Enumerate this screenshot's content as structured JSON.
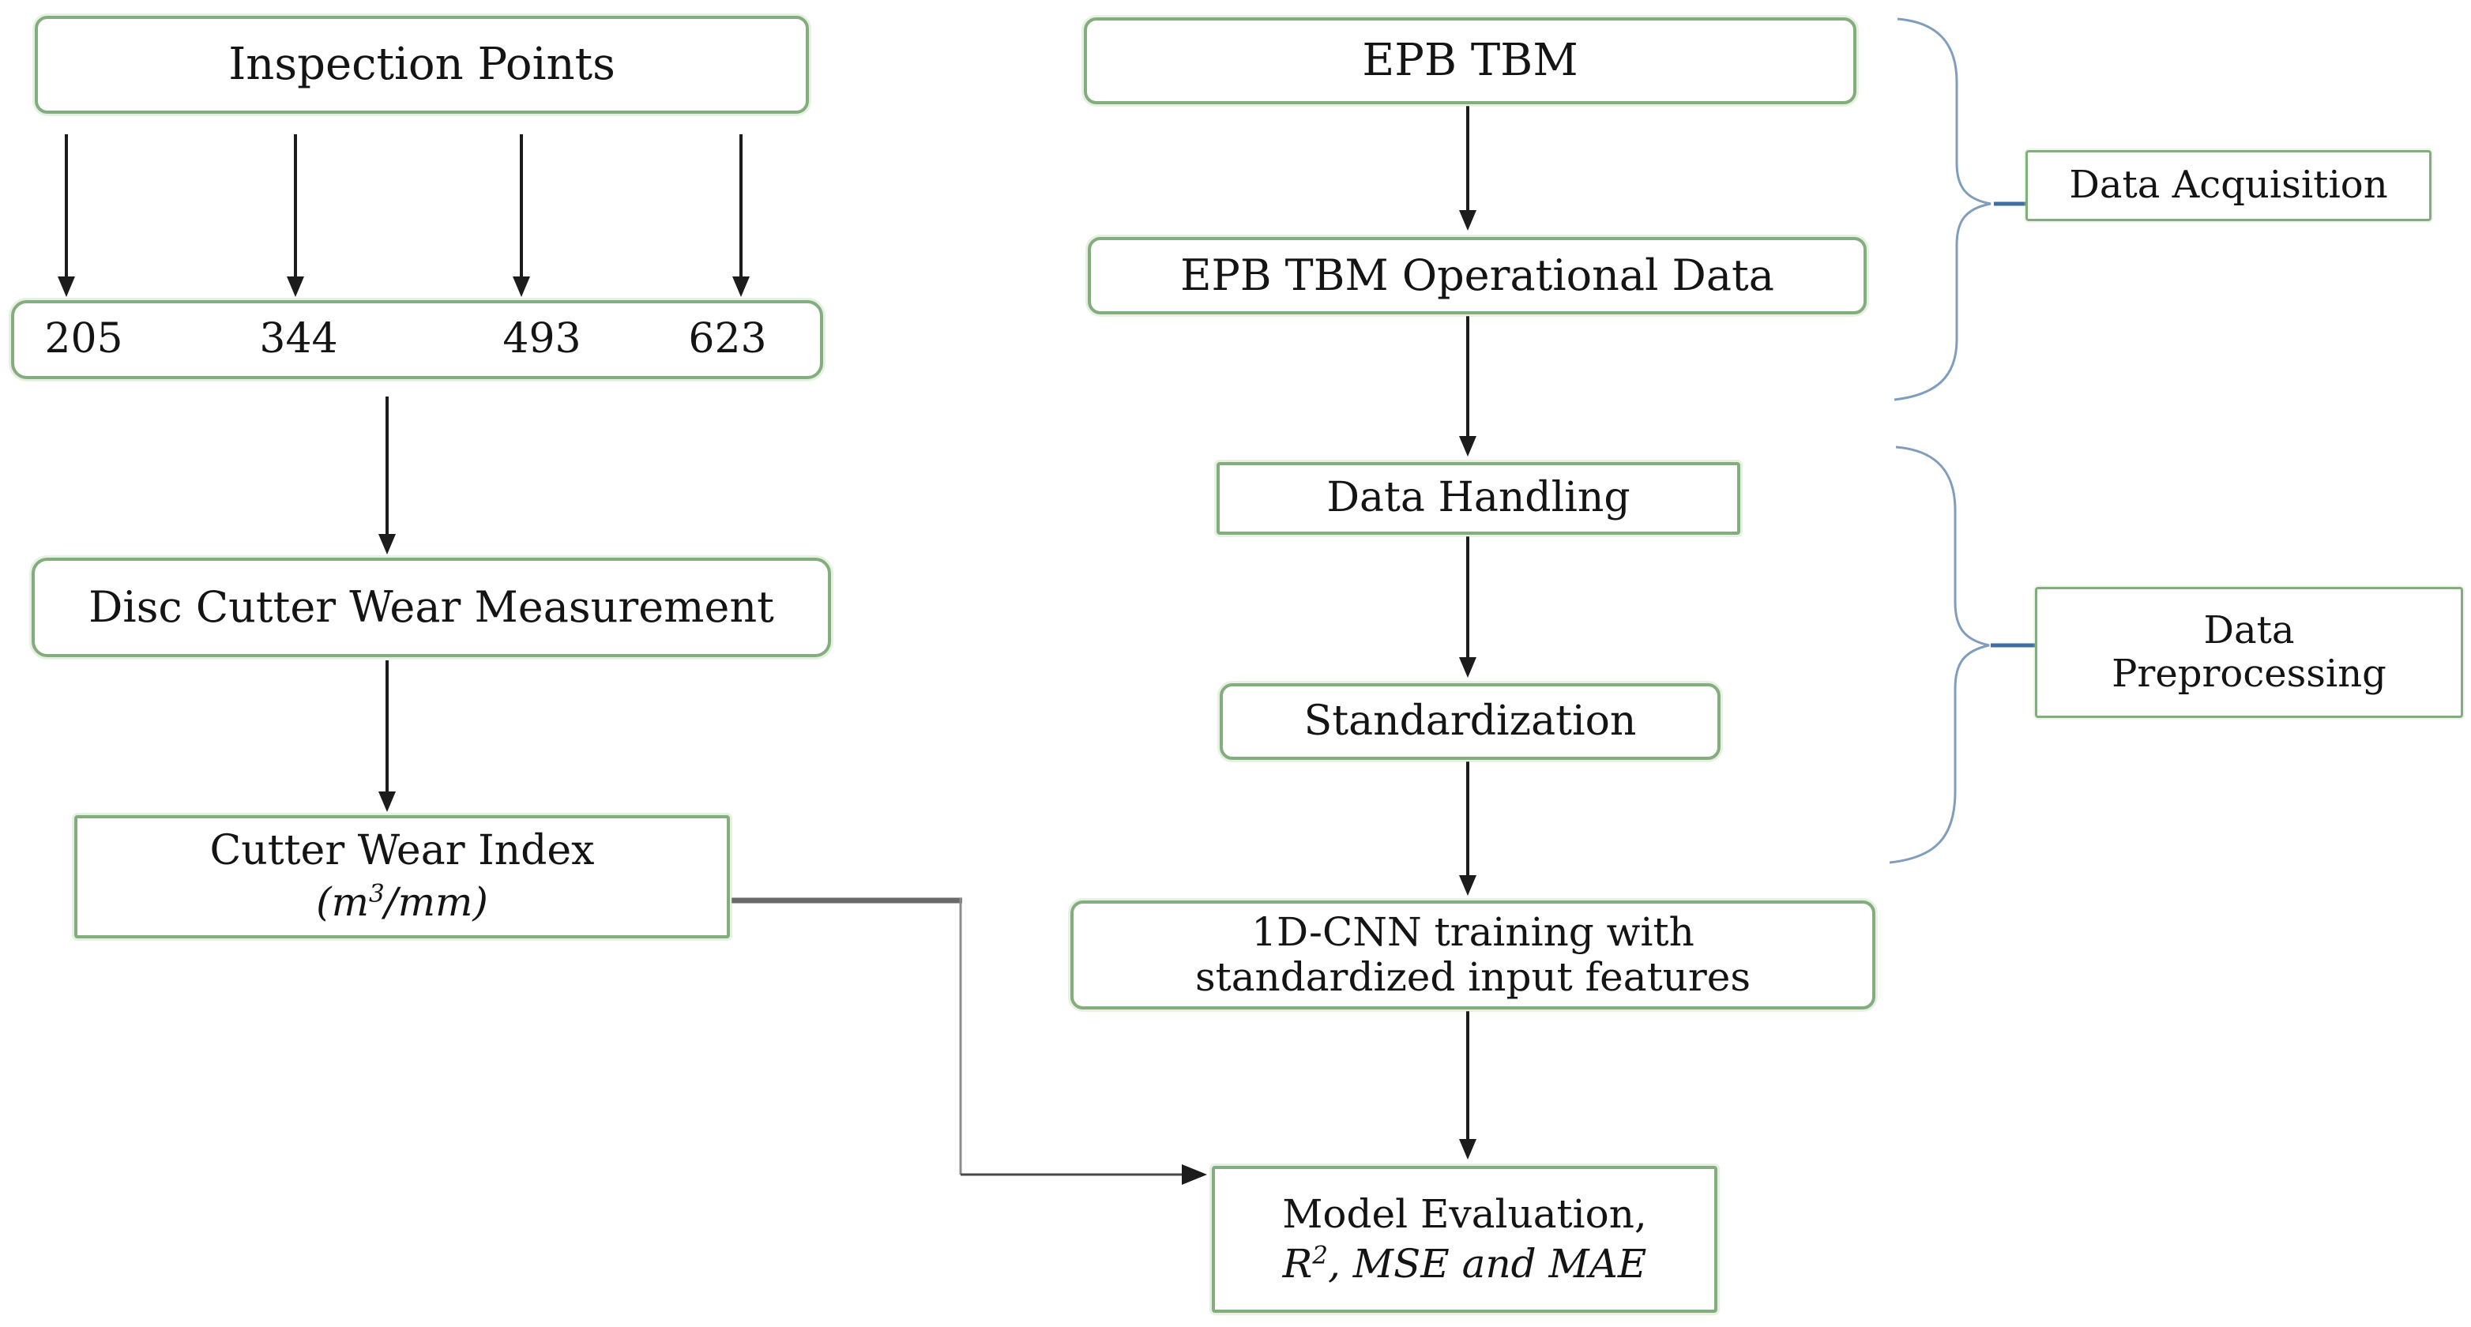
{
  "diagram": {
    "left_flow": {
      "inspection_points_label": "Inspection Points",
      "inspection_counts": [
        "205",
        "344",
        "493",
        "623"
      ],
      "disc_cutter_label": "Disc Cutter Wear Measurement",
      "cutter_wear_index": {
        "line1": "Cutter Wear Index",
        "unit_open": "(m",
        "unit_sup": "3",
        "unit_close": "/mm)"
      }
    },
    "right_flow": {
      "epb_tbm_label": "EPB TBM",
      "epb_operational_label": "EPB TBM Operational Data",
      "data_handling_label": "Data Handling",
      "standardization_label": "Standardization",
      "cnn_line1": "1D-CNN training with",
      "cnn_line2": "standardized input features",
      "model_line1": "Model Evaluation,",
      "model_r": "R",
      "model_r_sup": "2",
      "model_rest": ", MSE and MAE"
    },
    "stage_labels": {
      "acquisition": "Data Acquisition",
      "preprocessing_line1": "Data",
      "preprocessing_line2": "Preprocessing"
    },
    "colors": {
      "box_border_green": "#84ad7d",
      "arrow_black": "#1c1c1c",
      "connector_gray": "#6a6a6a",
      "brace_blue": "#7f9dbd",
      "brace_dash_blue": "#3f6ea5"
    }
  }
}
